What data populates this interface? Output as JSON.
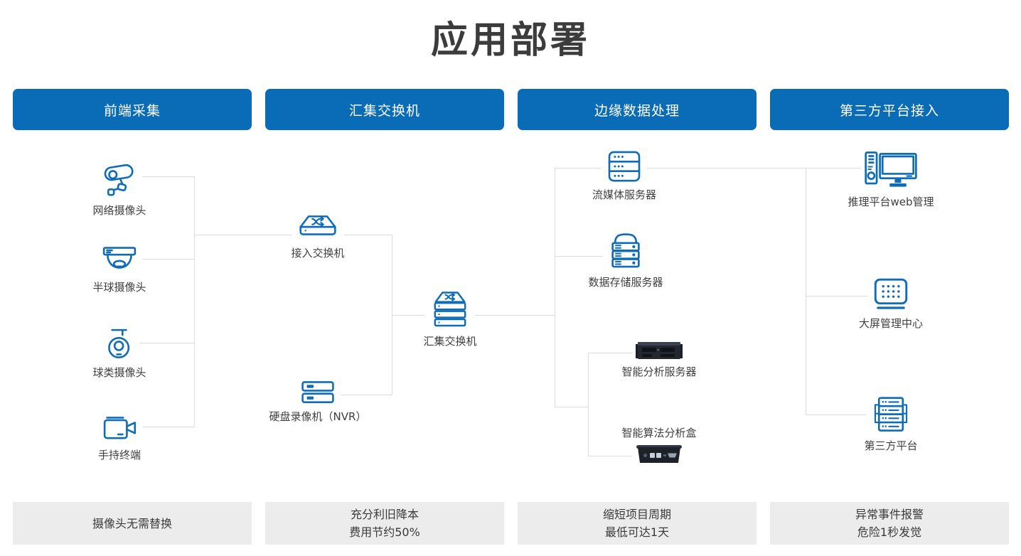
{
  "page": {
    "title": "应用部署"
  },
  "colors": {
    "header_bg": "#0a6bb6",
    "icon_blue": "#0f6cb8",
    "connector_gray": "#dcdcdc",
    "footer_bg": "#ececec",
    "text_dark": "#3c3c3c"
  },
  "columns": [
    {
      "header": "前端采集",
      "footer_line1": "摄像头无需替换"
    },
    {
      "header": "汇集交换机",
      "footer_line1": "充分利旧降本",
      "footer_line2": "费用节约50%"
    },
    {
      "header": "边缘数据处理",
      "footer_line1": "缩短项目周期",
      "footer_line2": "最低可达1天"
    },
    {
      "header": "第三方平台接入",
      "footer_line1": "异常事件报警",
      "footer_line2": "危险1秒发觉"
    }
  ],
  "nodes": {
    "network_camera": {
      "label": "网络摄像头",
      "icon": "bullet-camera-icon"
    },
    "dome_camera": {
      "label": "半球摄像头",
      "icon": "dome-camera-icon"
    },
    "ball_camera": {
      "label": "球类摄像头",
      "icon": "ptz-ball-camera-icon"
    },
    "handheld_terminal": {
      "label": "手持终端",
      "icon": "video-camera-icon"
    },
    "access_switch": {
      "label": "接入交换机",
      "icon": "network-switch-icon"
    },
    "aggregation_switch": {
      "label": "汇集交换机",
      "icon": "stacked-switch-icon"
    },
    "nvr": {
      "label": "硬盘录像机（NVR）",
      "icon": "nvr-recorder-icon"
    },
    "streaming_server": {
      "label": "流媒体服务器",
      "icon": "server-rack-icon"
    },
    "storage_server": {
      "label": "数据存储服务器",
      "icon": "storage-server-icon"
    },
    "ai_analysis_server": {
      "label": "智能分析服务器",
      "icon": "rack-server-photo"
    },
    "ai_algorithm_box": {
      "label": "智能算法分析盒",
      "icon": "analysis-box-photo"
    },
    "inference_platform": {
      "label": "推理平台web管理",
      "icon": "desktop-computer-icon"
    },
    "big_screen_center": {
      "label": "大屏管理中心",
      "icon": "led-wall-icon"
    },
    "third_party_platform": {
      "label": "第三方平台",
      "icon": "platform-server-icon"
    }
  }
}
